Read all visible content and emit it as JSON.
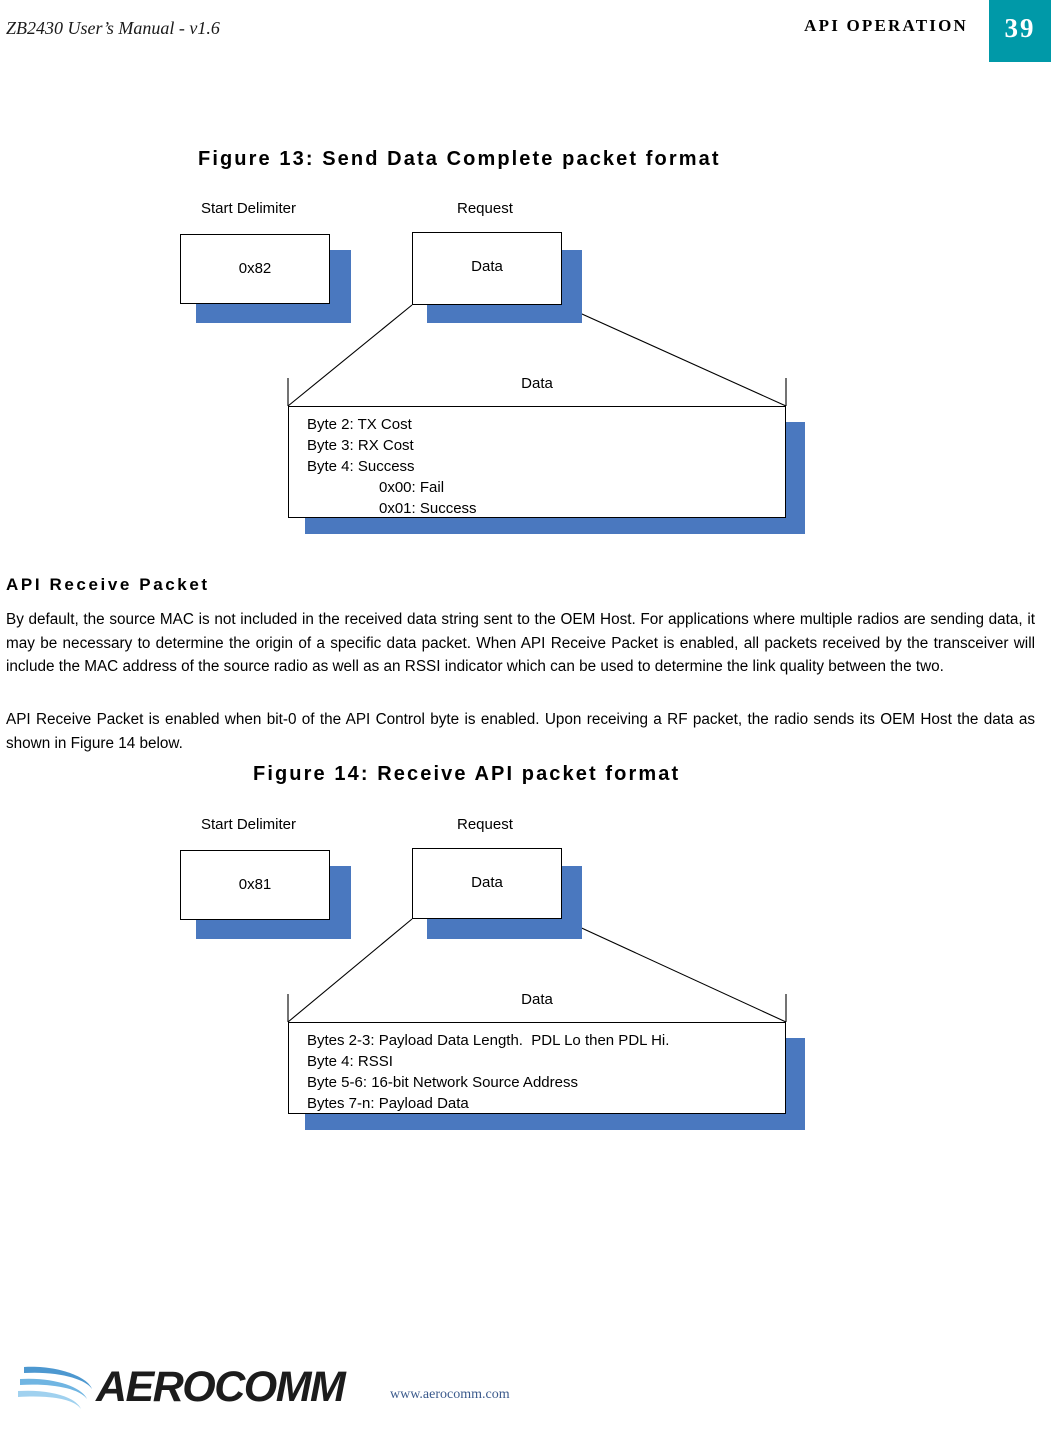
{
  "header": {
    "manual_title": "ZB2430 User’s Manual - v1.6",
    "section_title": "API OPERATION",
    "page_number": "39",
    "accent_color": "#0099a8"
  },
  "figure13": {
    "title": "Figure 13: Send Data Complete packet format",
    "label_start_delimiter": "Start Delimiter",
    "label_request": "Request",
    "box_start_value": "0x82",
    "box_request_value": "Data",
    "callout_label": "Data",
    "detail_lines": [
      {
        "text": "Byte 2: TX Cost",
        "indent": false
      },
      {
        "text": "Byte 3: RX Cost",
        "indent": false
      },
      {
        "text": "Byte 4: Success",
        "indent": false
      },
      {
        "text": "0x00: Fail",
        "indent": true
      },
      {
        "text": "0x01: Success",
        "indent": true
      }
    ]
  },
  "section": {
    "heading": "API Receive Packet",
    "paragraph1": "By default, the source MAC is not included in the received data string sent to the OEM Host.  For applications where multiple radios are sending data, it may be necessary to determine the origin of a specific data packet.  When API Receive Packet is enabled, all packets received by the transceiver will include the MAC address of the source radio as well as an RSSI indicator which can be used to determine the link quality between the two.",
    "paragraph2": "API Receive Packet is enabled when bit-0 of the API Control byte is enabled.  Upon receiving a RF packet, the radio sends its OEM Host the data as shown in Figure 14 below."
  },
  "figure14": {
    "title": "Figure 14: Receive API packet format",
    "label_start_delimiter": "Start Delimiter",
    "label_request": "Request",
    "box_start_value": "0x81",
    "box_request_value": "Data",
    "callout_label": "Data",
    "detail_lines": [
      {
        "text": "Bytes 2-3: Payload Data Length.  PDL Lo then PDL Hi.",
        "indent": false
      },
      {
        "text": "Byte 4: RSSI",
        "indent": false
      },
      {
        "text": "Byte 5-6: 16-bit Network Source Address",
        "indent": false
      },
      {
        "text": "Bytes 7-n: Payload Data",
        "indent": false
      }
    ]
  },
  "footer": {
    "company": "AEROCOMM",
    "url": "www.aerocomm.com",
    "shadow_color": "#4a78bf"
  }
}
